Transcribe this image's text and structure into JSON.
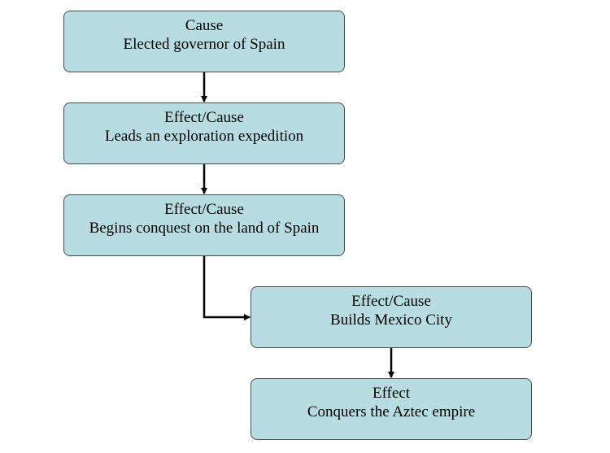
{
  "diagram": {
    "type": "cause-effect-flowchart",
    "colors": {
      "box_fill": "#b7dde2",
      "box_border": "#4a4a4a",
      "arrow": "#000000",
      "text": "#000000"
    },
    "nodes": [
      {
        "role": "Cause",
        "text": "Elected governor of Spain"
      },
      {
        "role": "Effect/Cause",
        "text": "Leads an exploration expedition"
      },
      {
        "role": "Effect/Cause",
        "text": "Begins conquest on the land of Spain"
      },
      {
        "role": "Effect/Cause",
        "text": "Builds Mexico City"
      },
      {
        "role": "Effect",
        "text": "Conquers the Aztec empire"
      }
    ],
    "edges": [
      {
        "from": 1,
        "to": 2
      },
      {
        "from": 2,
        "to": 3
      },
      {
        "from": 3,
        "to": 4
      },
      {
        "from": 4,
        "to": 5
      }
    ]
  }
}
